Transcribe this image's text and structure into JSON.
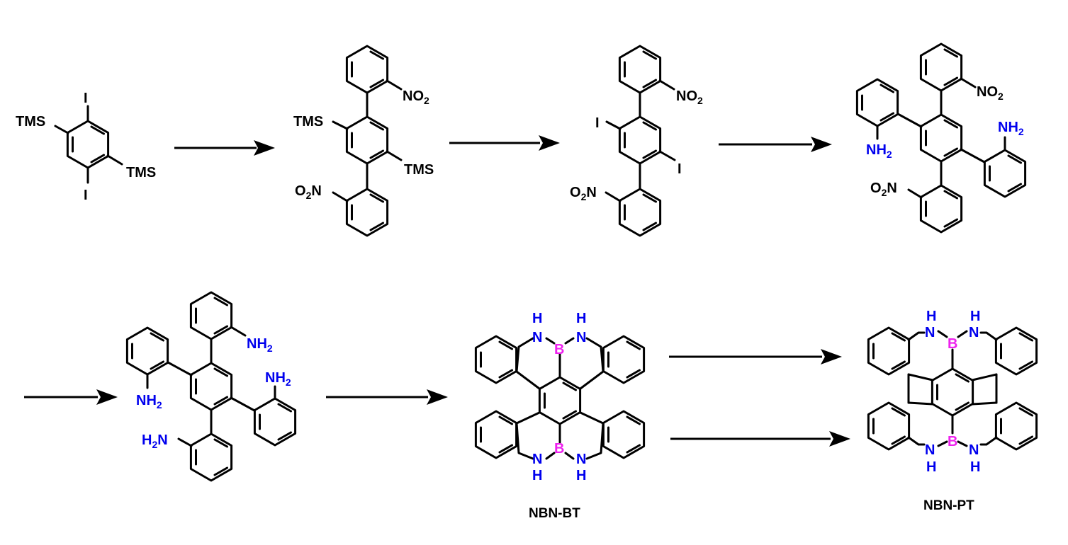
{
  "labels": {
    "tms": "TMS",
    "iodo": "I",
    "nitro_lead": "NO",
    "nitro_sub": "2",
    "o2n_o": "O",
    "o2n_sub": "2",
    "o2n_n": "N",
    "amine_lead": "NH",
    "amine_sub": "2",
    "h2n_h": "H",
    "h2n_sub": "2",
    "h2n_n": "N",
    "nh_n": "N",
    "nh_h": "H",
    "boron": "B"
  },
  "names": {
    "nbn_bt": "NBN-BT",
    "nbn_pt": "NBN-PT"
  },
  "colors": {
    "bond": "#000000",
    "nitrogen": "#0000ee",
    "boron": "#ee22ee"
  }
}
